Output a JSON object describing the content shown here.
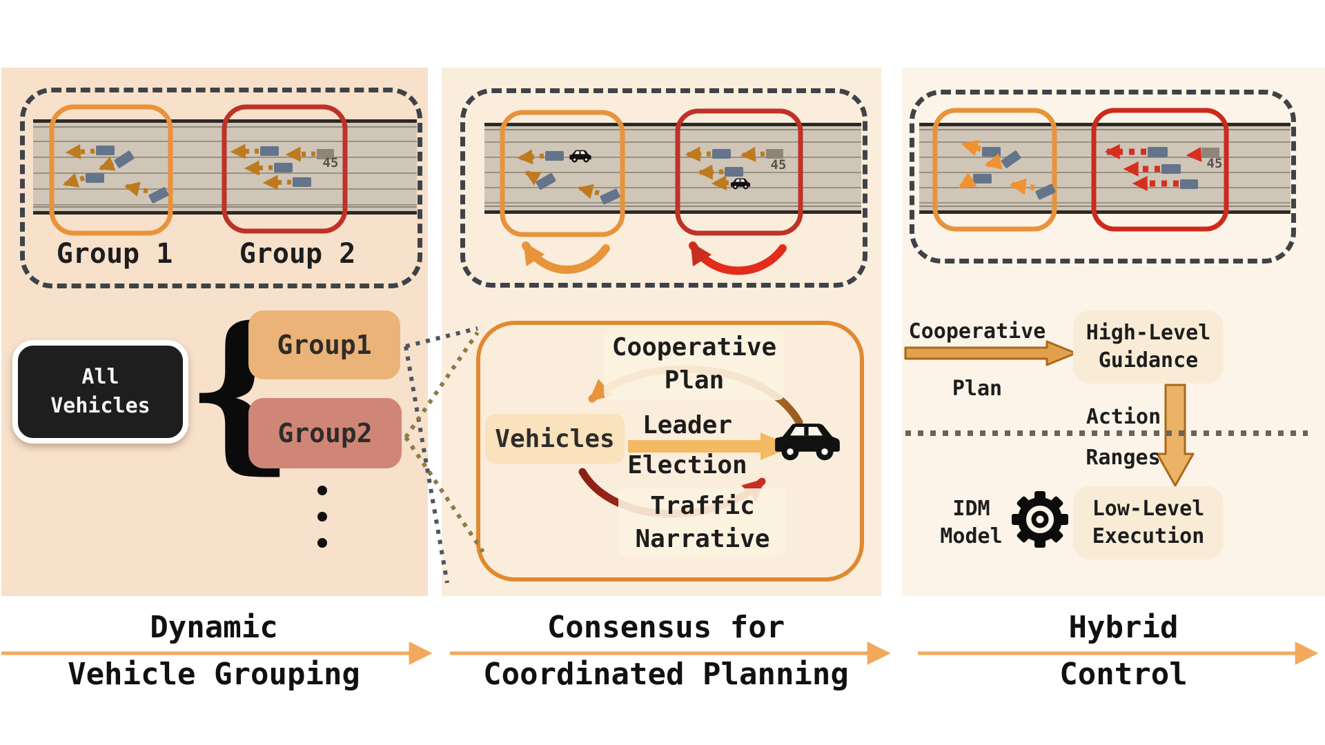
{
  "panel1": {
    "group1_label": "Group 1",
    "group2_label": "Group 2",
    "speed_sign": "45",
    "all_vehicles": {
      "line1": "All",
      "line2": "Vehicles"
    },
    "brace": "{",
    "group1_chip": "Group1",
    "group2_chip": "Group2",
    "caption": {
      "line1": "Dynamic",
      "line2": "Vehicle Grouping"
    }
  },
  "panel2": {
    "speed_sign": "45",
    "cycle": {
      "top": {
        "line1": "Cooperative",
        "line2": "Plan"
      },
      "left_box": "Vehicles",
      "center": {
        "line1": "Leader",
        "line2": "Election"
      },
      "bottom": {
        "line1": "Traffic",
        "line2": "Narrative"
      }
    },
    "caption": {
      "line1": "Consensus for",
      "line2": "Coordinated Planning"
    }
  },
  "panel3": {
    "speed_sign": "45",
    "flow": {
      "input": {
        "line1": "Cooperative",
        "line2": "Plan"
      },
      "high": {
        "line1": "High-Level",
        "line2": "Guidance"
      },
      "action": "Action",
      "ranges": "Ranges",
      "idm": {
        "line1": "IDM",
        "line2": "Model"
      },
      "low": {
        "line1": "Low-Level",
        "line2": "Execution"
      }
    },
    "caption": {
      "line1": "Hybrid",
      "line2": "Control"
    }
  },
  "colors": {
    "panel1_bg": "#f7e1cb",
    "panel2_bg": "#faeddc",
    "panel3_bg": "#fcf4e8",
    "group1_accent": "#e8933b",
    "group2_accent": "#bf3227",
    "flow_arrow": "#f2a95c",
    "road": "#cfc6b8",
    "vehicle": "#64748b",
    "arrow_brown": "#bd7a1e",
    "arrow_orange": "#f09133",
    "arrow_red": "#d62e1f"
  }
}
